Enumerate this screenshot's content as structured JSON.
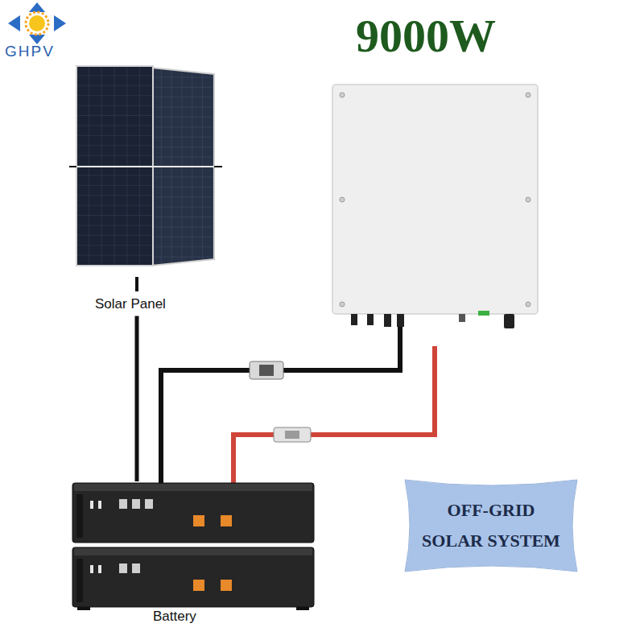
{
  "diagram": {
    "title": "9000W",
    "nodes": [
      {
        "text": [
          "Solar Panel"
        ]
      },
      {
        "text": [
          "Battery"
        ]
      },
      {
        "text": [
          "OFF-GRID SOLAR SYSTEM"
        ]
      }
    ],
    "edges": [
      {
        "from": 0,
        "to": 1,
        "arrow": "none"
      }
    ],
    "labels": [
      "GHPV"
    ]
  }
}
